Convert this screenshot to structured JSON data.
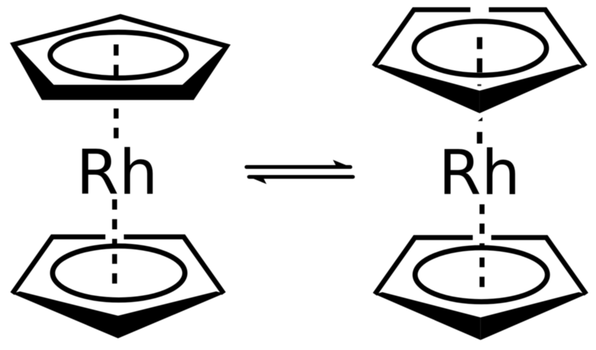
{
  "figure": {
    "type": "chemical-structure-equilibrium",
    "background_color": "#ffffff",
    "ink_color": "#000000",
    "left_structure": {
      "metal_label": "Rh",
      "top_ring": "cyclopentadienyl-ring-apex-up",
      "bottom_ring": "cyclopentadienyl-ring-apex-down",
      "bonds": "dashed-vertical"
    },
    "right_structure": {
      "metal_label": "Rh",
      "top_ring": "cyclopentadienyl-ring-apex-down",
      "bottom_ring": "cyclopentadienyl-ring-apex-down",
      "bonds": "dashed-vertical"
    },
    "arrow": "equilibrium-double-harpoon"
  }
}
